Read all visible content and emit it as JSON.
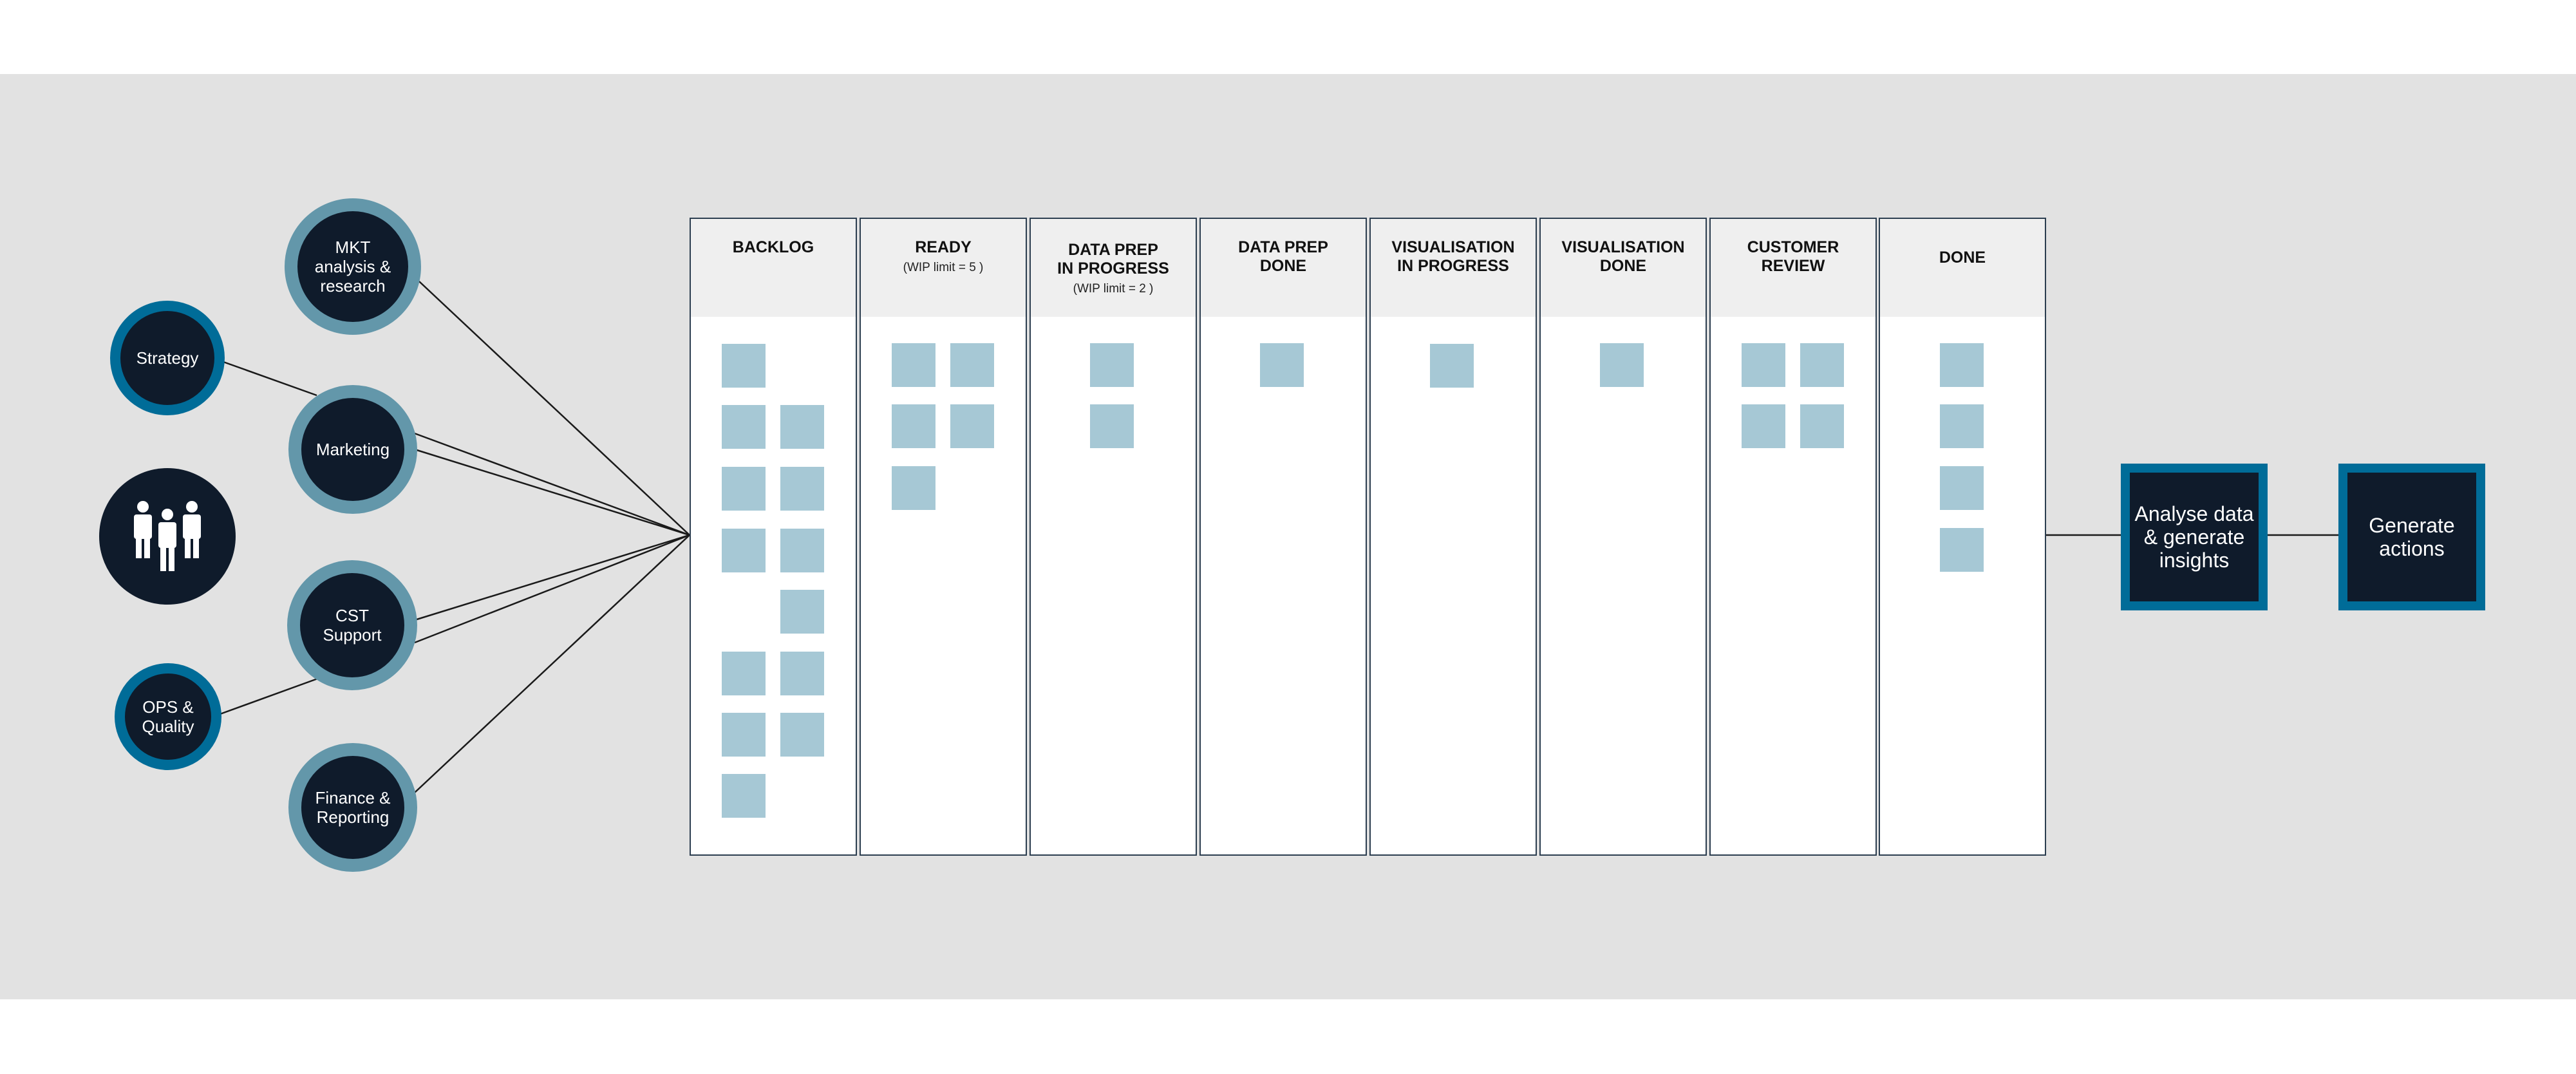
{
  "diagram": {
    "stakeholders": {
      "mkt": "MKT\nanalysis &\nresearch",
      "strategy": "Strategy",
      "marketing": "Marketing",
      "people": "people-group-icon",
      "cst": "CST\nSupport",
      "ops": "OPS &\nQuality",
      "finance": "Finance &\nReporting"
    },
    "columns": [
      {
        "title": "BACKLOG",
        "subtitle": ""
      },
      {
        "title": "READY",
        "subtitle": "(WIP limit = 5 )"
      },
      {
        "title": "DATA PREP\nIN  PROGRESS",
        "subtitle": "(WIP limit = 2 )"
      },
      {
        "title": "DATA PREP\nDONE",
        "subtitle": ""
      },
      {
        "title": "VISUALISATION\nIN  PROGRESS",
        "subtitle": ""
      },
      {
        "title": "VISUALISATION\nDONE",
        "subtitle": ""
      },
      {
        "title": "CUSTOMER\nREVIEW",
        "subtitle": ""
      },
      {
        "title": "DONE",
        "subtitle": ""
      }
    ],
    "outcomes": {
      "analyse": "Analyse data\n& generate\ninsights",
      "actions": "Generate\nactions"
    },
    "colors": {
      "navy": "#0f1b2b",
      "ring_light": "#6397aa",
      "ring_blue": "#006c98",
      "card": "#a6c8d5",
      "canvas": "#e2e2e2"
    }
  }
}
